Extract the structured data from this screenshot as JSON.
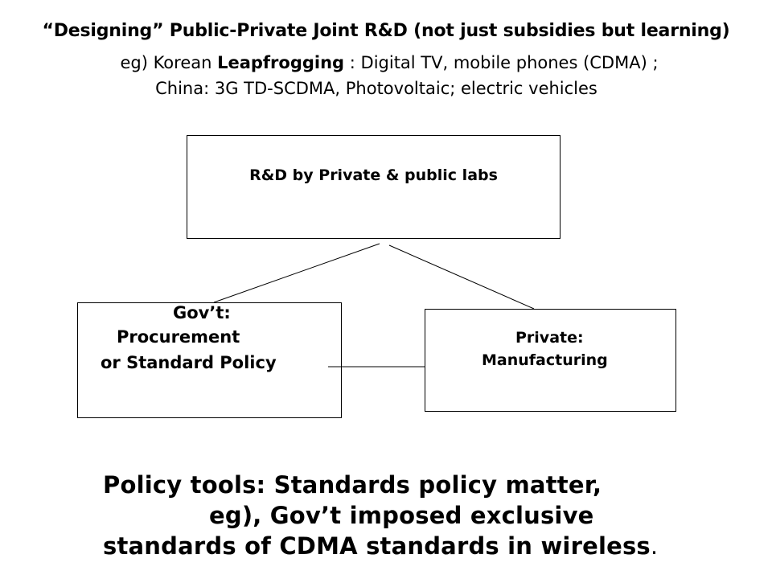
{
  "header": {
    "title": "“Designing” Public-Private Joint R&D (not just subsidies but learning)",
    "line2_prefix": "eg) Korean ",
    "line2_bold": "Leapfrogging",
    "line2_suffix": " : Digital TV, mobile phones (CDMA) ;",
    "line3": "China: 3G TD-SCDMA, Photovoltaic; electric vehicles"
  },
  "diagram": {
    "top_box": {
      "label": "R&D by Private & public labs"
    },
    "left_box": {
      "line1": "Gov’t:",
      "line2": "Procurement",
      "line3": "or Standard Policy"
    },
    "right_box": {
      "line1": "Private:",
      "line2": "Manufacturing"
    }
  },
  "footer": {
    "line1": "Policy tools: Standards policy matter,",
    "line2": "eg), Gov’t imposed exclusive",
    "line3": "standards of CDMA standards in wireless",
    "line3_period": "."
  }
}
